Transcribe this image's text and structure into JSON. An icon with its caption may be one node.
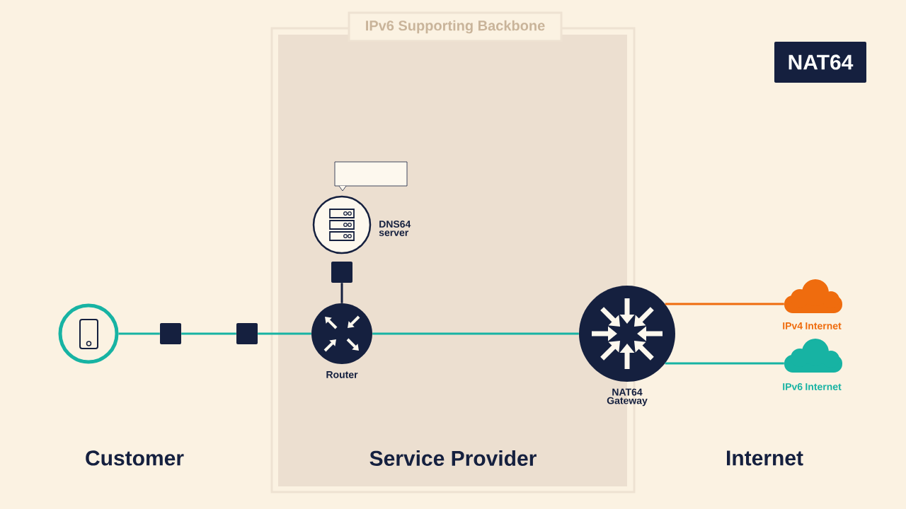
{
  "diagram": {
    "nodes": [
      {
        "text": [
          "IPv6 Supporting Backbone",
          "Service Provider"
        ]
      },
      {
        "text": [
          "NAT64"
        ]
      },
      {
        "text": [],
        "shape": "circle"
      },
      {
        "text": [],
        "shape": "box"
      },
      {
        "text": [],
        "shape": "box"
      },
      {
        "text": [],
        "shape": "box",
        "in": 0
      },
      {
        "text": [],
        "shape": "circle",
        "beside": [
          "DNS64 server"
        ],
        "in": 0
      },
      {
        "text": [],
        "shape": "box",
        "in": 0
      },
      {
        "text": [],
        "shape": "circle",
        "beside": [
          "Router"
        ],
        "in": 0
      },
      {
        "text": [],
        "shape": "circle",
        "beside": [
          "NAT64 Gateway"
        ]
      },
      {
        "text": [],
        "shape": "cloud",
        "beside": [
          "IPv4 Internet"
        ]
      },
      {
        "text": [],
        "shape": "cloud",
        "beside": [
          "IPv6 Internet"
        ]
      }
    ],
    "edges": [
      {
        "from": 2,
        "to": 3,
        "arrow": "none"
      },
      {
        "from": 3,
        "to": 4,
        "arrow": "none"
      },
      {
        "from": 4,
        "to": 8,
        "arrow": "none"
      },
      {
        "from": 7,
        "to": 8,
        "arrow": "none",
        "color": "#15203f"
      },
      {
        "from": 8,
        "to": 9,
        "arrow": "none"
      },
      {
        "from": 9,
        "to": 10,
        "arrow": "none",
        "color": "#ef6c0e"
      },
      {
        "from": 9,
        "to": 11,
        "arrow": "none"
      }
    ],
    "labels": [
      "Customer",
      "Internet"
    ]
  }
}
